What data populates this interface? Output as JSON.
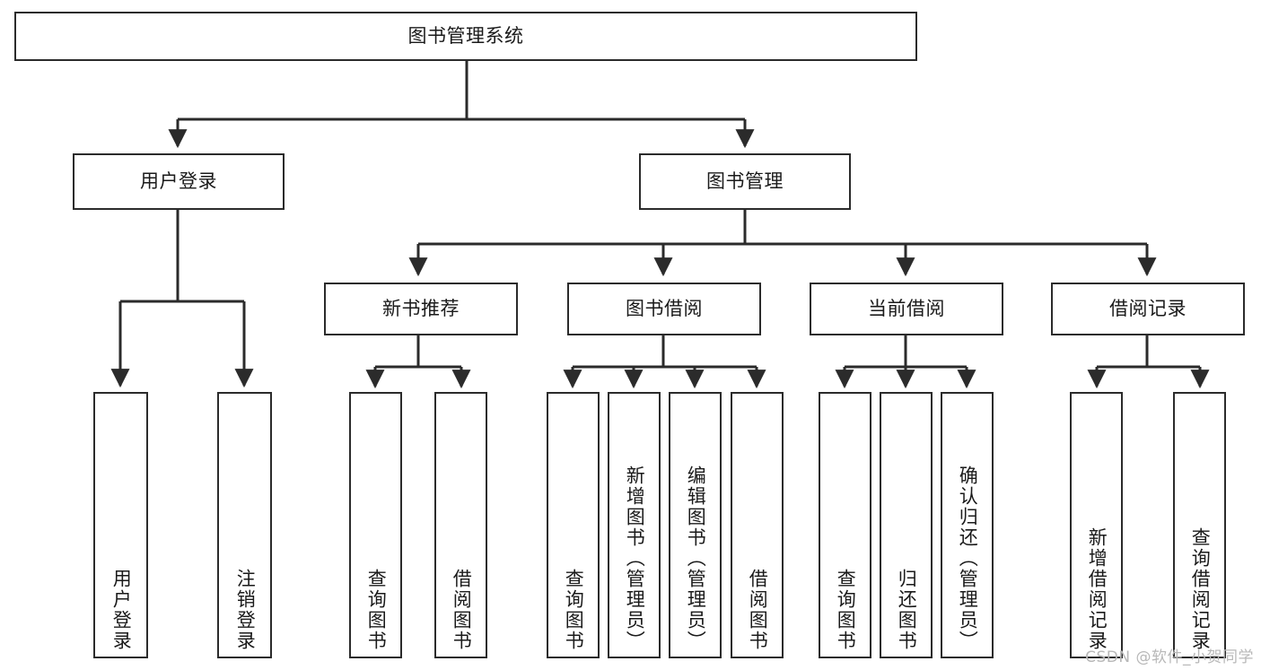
{
  "diagram": {
    "title": "图书管理系统",
    "type": "hierarchy-tree",
    "watermark": "CSDN @软件_小贺同学",
    "colors": {
      "line": "#2b2b2b",
      "box_border": "#2b2b2b",
      "box_fill": "#ffffff",
      "text": "#1a1a1a",
      "watermark": "#b8b8b8"
    },
    "nodes": {
      "root": {
        "label": "图书管理系统"
      },
      "level2": [
        {
          "label": "用户登录"
        },
        {
          "label": "图书管理"
        }
      ],
      "level3": [
        {
          "label": "新书推荐"
        },
        {
          "label": "图书借阅"
        },
        {
          "label": "当前借阅"
        },
        {
          "label": "借阅记录"
        }
      ],
      "leaves_login": [
        {
          "label": "用户登录"
        },
        {
          "label": "注销登录"
        }
      ],
      "leaves_newbook": [
        {
          "label": "查询图书"
        },
        {
          "label": "借阅图书"
        }
      ],
      "leaves_borrow": [
        {
          "label": "查询图书"
        },
        {
          "label": "新增图书（管理员）"
        },
        {
          "label": "编辑图书（管理员）"
        },
        {
          "label": "借阅图书"
        }
      ],
      "leaves_current": [
        {
          "label": "查询图书"
        },
        {
          "label": "归还图书"
        },
        {
          "label": "确认归还（管理员）"
        }
      ],
      "leaves_record": [
        {
          "label": "新增借阅记录"
        },
        {
          "label": "查询借阅记录"
        }
      ]
    }
  }
}
